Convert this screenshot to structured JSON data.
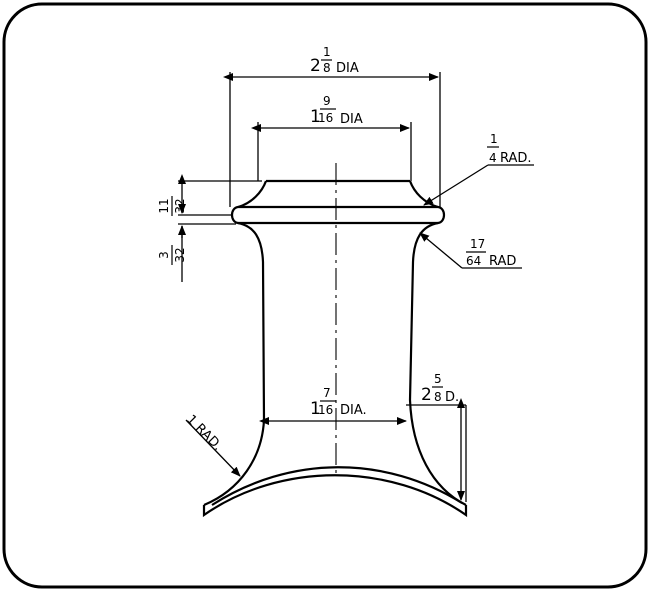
{
  "drawing": {
    "border_color": "#000000",
    "line_color": "#000000",
    "background": "#ffffff"
  },
  "dims": {
    "top_dia": {
      "whole": "2",
      "num": "1",
      "den": "8",
      "unit": "DIA"
    },
    "neck_dia": {
      "whole": "1",
      "num": "9",
      "den": "16",
      "unit": "DIA"
    },
    "lip_height": {
      "num": "11",
      "den": "32"
    },
    "rim_thickness": {
      "num": "3",
      "den": "32"
    },
    "quarter_rad": {
      "num": "1",
      "den": "4",
      "unit": "RAD."
    },
    "rad_1764": {
      "num": "17",
      "den": "64",
      "unit": "RAD"
    },
    "stem_dia": {
      "whole": "1",
      "num": "7",
      "den": "16",
      "unit": "DIA."
    },
    "base_drop": {
      "whole": "2",
      "num": "5",
      "den": "8",
      "unit": "D."
    },
    "one_rad": {
      "text": "1 RAD."
    }
  }
}
